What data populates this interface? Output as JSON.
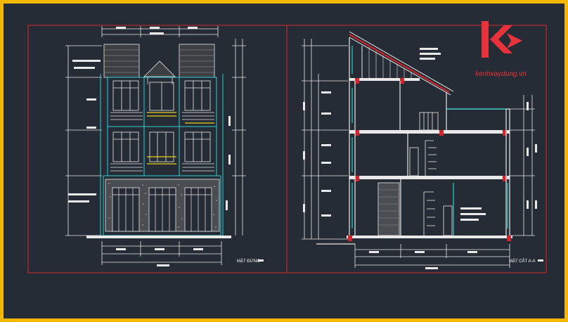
{
  "brand": {
    "name": "kenhxaydung.vn",
    "logo_color": "#e8323c"
  },
  "drawings": {
    "elevation": {
      "caption": "MẶT ĐỨNG"
    },
    "section": {
      "caption": "MẶT CẮT A-A"
    }
  },
  "colors": {
    "frame": "#b9282f",
    "background": "#262c35",
    "border": "#f5b800",
    "cyan": "#2fd1d1",
    "white": "#e9e9e9",
    "yellow": "#e6d21a",
    "red": "#d8232a"
  }
}
